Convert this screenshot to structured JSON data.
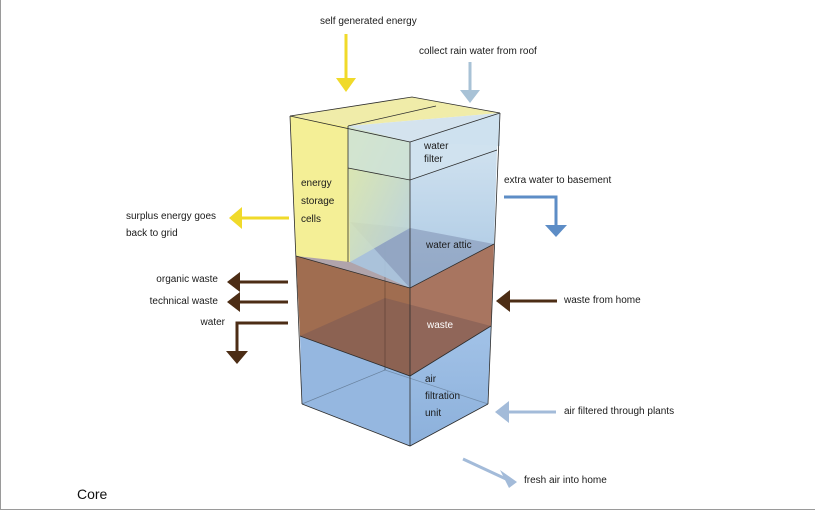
{
  "labels": {
    "self_generated_energy": "self generated energy",
    "collect_rain_water": "collect rain water from roof",
    "water_filter_1": "water",
    "water_filter_2": "filter",
    "energy_cells_1": "energy",
    "energy_cells_2": "storage",
    "energy_cells_3": "cells",
    "extra_water": "extra water to basement",
    "surplus_energy_1": "surplus energy goes",
    "surplus_energy_2": "back to grid",
    "water_attic": "water attic",
    "organic_waste": "organic waste",
    "technical_waste": "technical waste",
    "water_out": "water",
    "waste_from_home": "waste from home",
    "waste": "waste",
    "air_filtration_1": "air",
    "air_filtration_2": "filtration",
    "air_filtration_3": "unit",
    "air_filtered": "air filtered through plants",
    "fresh_air": "fresh air into home",
    "core": "Core"
  },
  "colors": {
    "energy": "#f2de2a",
    "energy_fill": "#f3ee92",
    "water_light": "#a9c4da",
    "water_fill": "#b9d3e8",
    "water_arrow": "#5c8ec8",
    "waste_fill": "#9d6a4e",
    "waste_arrow": "#4c2d15",
    "air_fill": "#8fb5e0",
    "edge": "#2d2d2d"
  }
}
